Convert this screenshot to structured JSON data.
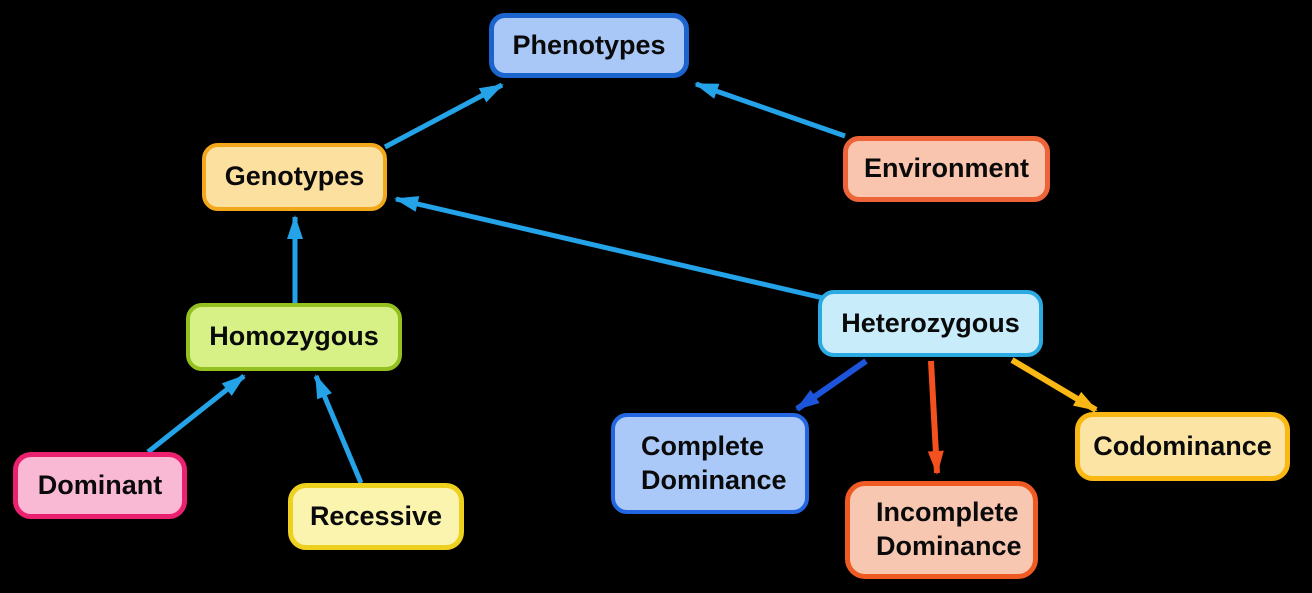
{
  "diagram": {
    "background": "#000000",
    "text_color": "#0a0a0a",
    "nodes": {
      "phenotypes": {
        "label": "Phenotypes",
        "fill": "#a9c8f7",
        "border": "#1b64ce"
      },
      "genotypes": {
        "label": "Genotypes",
        "fill": "#fce0a0",
        "border": "#f3a71b"
      },
      "environment": {
        "label": "Environment",
        "fill": "#f9c5ae",
        "border": "#ec6438"
      },
      "homozygous": {
        "label": "Homozygous",
        "fill": "#d8f186",
        "border": "#94c11f"
      },
      "heterozygous": {
        "label": "Heterozygous",
        "fill": "#c9ecfb",
        "border": "#2baae2"
      },
      "dominant": {
        "label": "Dominant",
        "fill": "#f9b8d4",
        "border": "#eb2170"
      },
      "recessive": {
        "label": "Recessive",
        "fill": "#fbf4af",
        "border": "#eed11f"
      },
      "complete_dominance": {
        "label": "Complete Dominance",
        "fill": "#abc9f8",
        "border": "#2366e1"
      },
      "incomplete_dominance": {
        "label": "Incomplete Dominance",
        "fill": "#f8c7b2",
        "border": "#ef5a22"
      },
      "codominance": {
        "label": "Codominance",
        "fill": "#fce4a5",
        "border": "#f9b814"
      }
    },
    "arrow_colors": {
      "blue": "#24a3e8",
      "dark_blue": "#1c55db",
      "orange": "#f4511e",
      "yellow": "#f9b814"
    },
    "edges": [
      {
        "from": "Genotypes",
        "to": "Phenotypes",
        "color": "blue"
      },
      {
        "from": "Environment",
        "to": "Phenotypes",
        "color": "blue"
      },
      {
        "from": "Homozygous",
        "to": "Genotypes",
        "color": "blue"
      },
      {
        "from": "Heterozygous",
        "to": "Genotypes",
        "color": "blue"
      },
      {
        "from": "Dominant",
        "to": "Homozygous",
        "color": "blue"
      },
      {
        "from": "Recessive",
        "to": "Homozygous",
        "color": "blue"
      },
      {
        "from": "Heterozygous",
        "to": "Complete Dominance",
        "color": "dark_blue"
      },
      {
        "from": "Heterozygous",
        "to": "Incomplete Dominance",
        "color": "orange"
      },
      {
        "from": "Heterozygous",
        "to": "Codominance",
        "color": "yellow"
      }
    ]
  }
}
